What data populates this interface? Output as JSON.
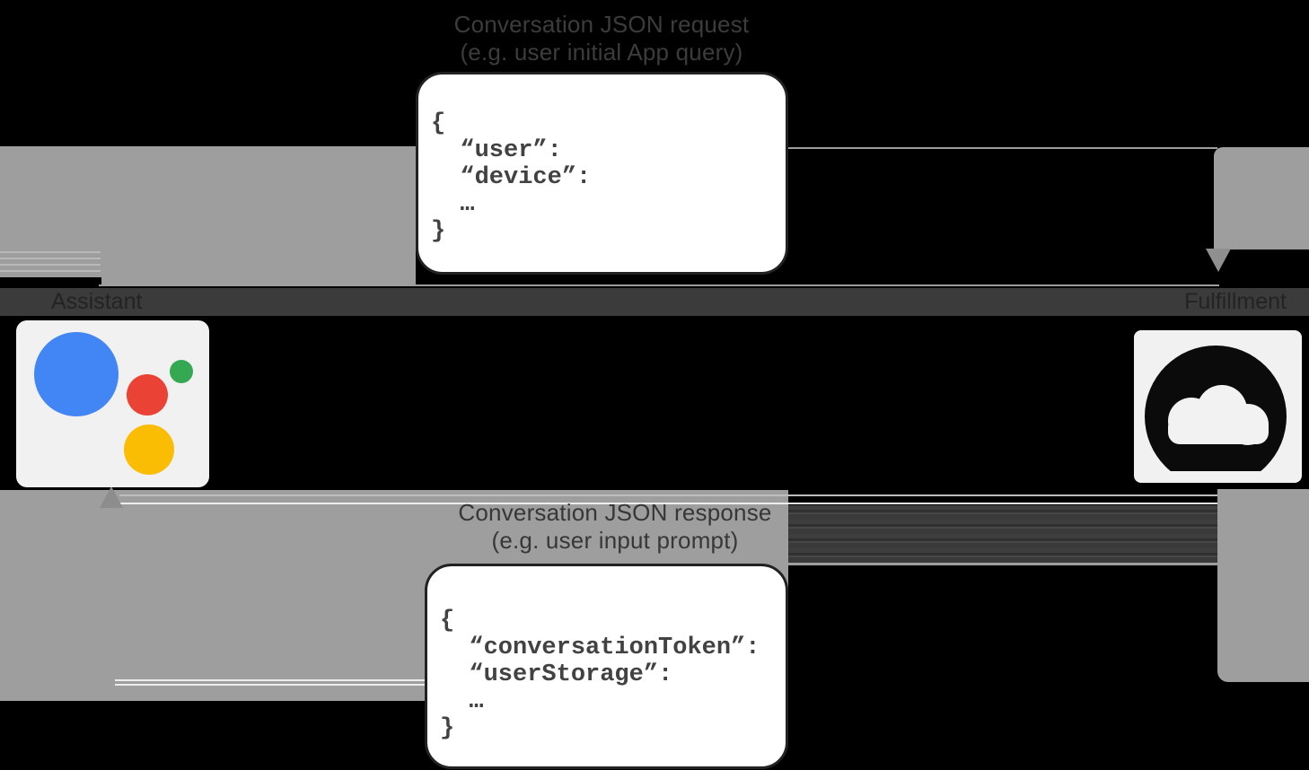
{
  "request": {
    "caption_line1": "Conversation JSON request",
    "caption_line2": "(e.g. user initial App query)",
    "code": "{\n  “user”:\n  “device”:\n  …\n}"
  },
  "response": {
    "caption_line1": "Conversation JSON response",
    "caption_line2": "(e.g. user input prompt)",
    "code": "{\n  “conversationToken”:\n  “userStorage”:\n  …\n}"
  },
  "nodes": {
    "assistant": {
      "label": "Assistant"
    },
    "fulfillment": {
      "label": "Fulfillment"
    }
  },
  "colors": {
    "arrow_gray": "#9e9e9e",
    "band_dark": "#3b3b3b",
    "card_bg": "#f1f1f1",
    "google_blue": "#4285F4",
    "google_red": "#EA4335",
    "google_green": "#34A853",
    "google_yellow": "#FBBC04",
    "icon_black": "#0b0b0b",
    "cloud_white": "#f2f2f2"
  }
}
